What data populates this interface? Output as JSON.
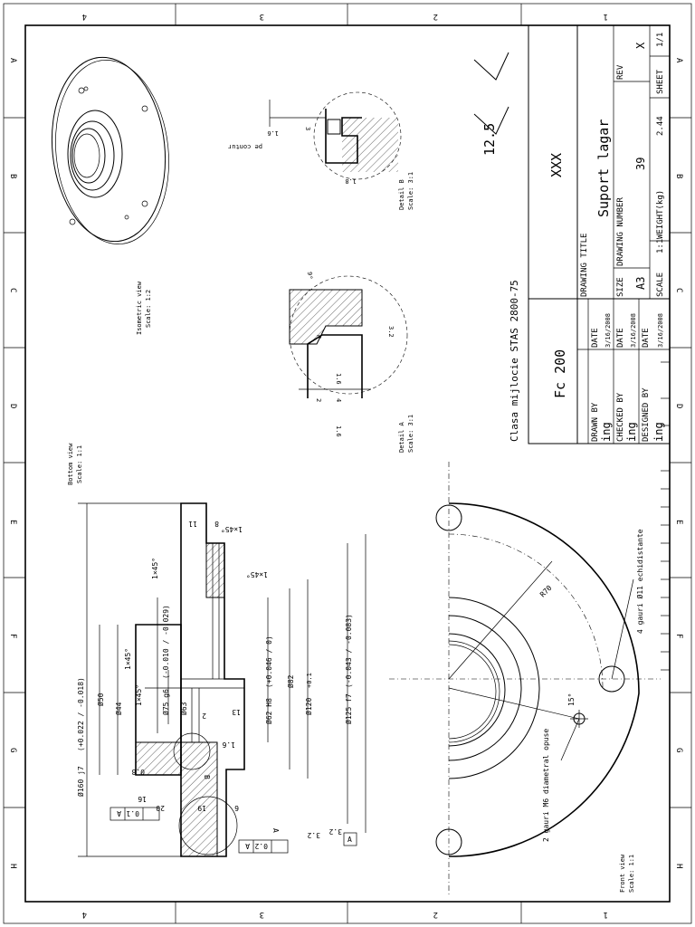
{
  "border": {
    "col_labels": [
      "4",
      "3",
      "2",
      "1"
    ],
    "row_labels": [
      "A",
      "B",
      "C",
      "D",
      "E",
      "F",
      "G",
      "H"
    ]
  },
  "title_block": {
    "company": "XXX",
    "drawing_title_label": "DRAWING TITLE",
    "drawing_title": "Suport lagar",
    "size_label": "SIZE",
    "size": "A3",
    "drawing_number_label": "DRAWING NUMBER",
    "drawing_number": "39",
    "rev_label": "REV",
    "rev": "X",
    "scale_label": "SCALE",
    "scale": "1:1",
    "weight_label": "WEIGHT(kg)",
    "weight": "2.44",
    "sheet_label": "SHEET",
    "sheet": "1/1",
    "material": "Fc 200",
    "drawn_by_label": "DRAWN BY",
    "drawn_by": "ing",
    "checked_by_label": "CHECKED BY",
    "checked_by": "ing",
    "designed_by_label": "DESIGNED BY",
    "designed_by": "ing",
    "date_label": "DATE",
    "date": "3/16/2008"
  },
  "notes": {
    "tolerance_class": "Clasa mijlocie STAS 2800-75",
    "roughness": "12.5"
  },
  "views": {
    "isometric": {
      "title": "Isometric view",
      "scale": "Scale: 1:2"
    },
    "bottom": {
      "title": "Bottom view",
      "scale": "Scale: 1:1"
    },
    "front": {
      "title": "Front view",
      "scale": "Scale: 1:1"
    },
    "detail_a": {
      "title": "Detail A",
      "scale": "Scale: 3:1"
    },
    "detail_b": {
      "title": "Detail B",
      "scale": "Scale: 3:1"
    }
  },
  "detail_b_dims": {
    "rough": "1.6",
    "contour": "pe contur",
    "depth": "3",
    "rough2": "1.8"
  },
  "detail_a_dims": {
    "angle": "9°",
    "r": "R",
    "rough": "3.2",
    "rough2": "1.6",
    "d1": "4",
    "d2": "2",
    "rough3": "1.6"
  },
  "section_dims": {
    "d160": "Ø160 j7",
    "d160_tol": "(+0.022 / -0.018)",
    "d50": "Ø50",
    "d44": "Ø44",
    "d75": "Ø75 g6",
    "d75_tol": "(-0.010 / -0.029)",
    "d63": "Ø63",
    "d62": "Ø62 H8",
    "d62_tol": "(+0.046 / 0)",
    "d82": "Ø82",
    "d120": "Ø120",
    "d120_note": "+0.1",
    "d125": "Ø125 f7",
    "d125_tol": "(-0.043 / -0.083)",
    "ch1": "1×45°",
    "ch2": "1×45°",
    "ch3": "1×45°",
    "ch4": "1×45°",
    "ch5": "1×45°",
    "w11": "11",
    "w8": "8",
    "w13": "13",
    "w2": "2",
    "w16": "16",
    "w20": "20",
    "w19": "19",
    "w6": "6",
    "r08": "0.8",
    "r16": "1.6",
    "r32": "3.2",
    "r32b": "3.2",
    "datum": "A",
    "gdt1_tol": "0.1",
    "gdt1_ref": "A",
    "gdt2_tol": "0.2",
    "gdt2_ref": "A",
    "detail_a_call": "A",
    "detail_b_call": "B"
  },
  "front_view_notes": {
    "r70": "R70",
    "holes": "4 gauri Ø11 echidistante",
    "threads": "2 gauri M6 diametral opuse",
    "angle": "15°"
  }
}
